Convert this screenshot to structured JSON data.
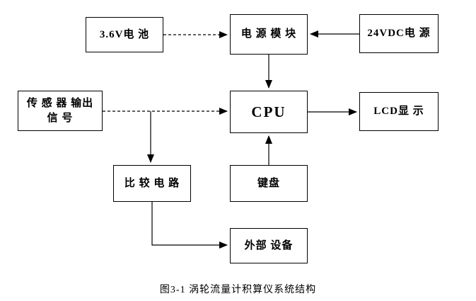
{
  "diagram": {
    "caption": "图3-1 涡轮流量计积算仪系统结构",
    "boxes": {
      "battery": {
        "label": "3.6V电 池"
      },
      "power_module": {
        "label": "电 源 模 块"
      },
      "dc_power": {
        "label": "24VDC电 源"
      },
      "sensor": {
        "line1": "传 感 器 输出",
        "line2": "信 号"
      },
      "cpu": {
        "label": "CPU"
      },
      "lcd": {
        "label": "LCD显 示"
      },
      "comparator": {
        "label": "比 较 电 路"
      },
      "keyboard": {
        "label": "键盘"
      },
      "external_device": {
        "label": "外部 设备"
      }
    },
    "colors": {
      "line": "#000000",
      "background": "#ffffff"
    }
  }
}
